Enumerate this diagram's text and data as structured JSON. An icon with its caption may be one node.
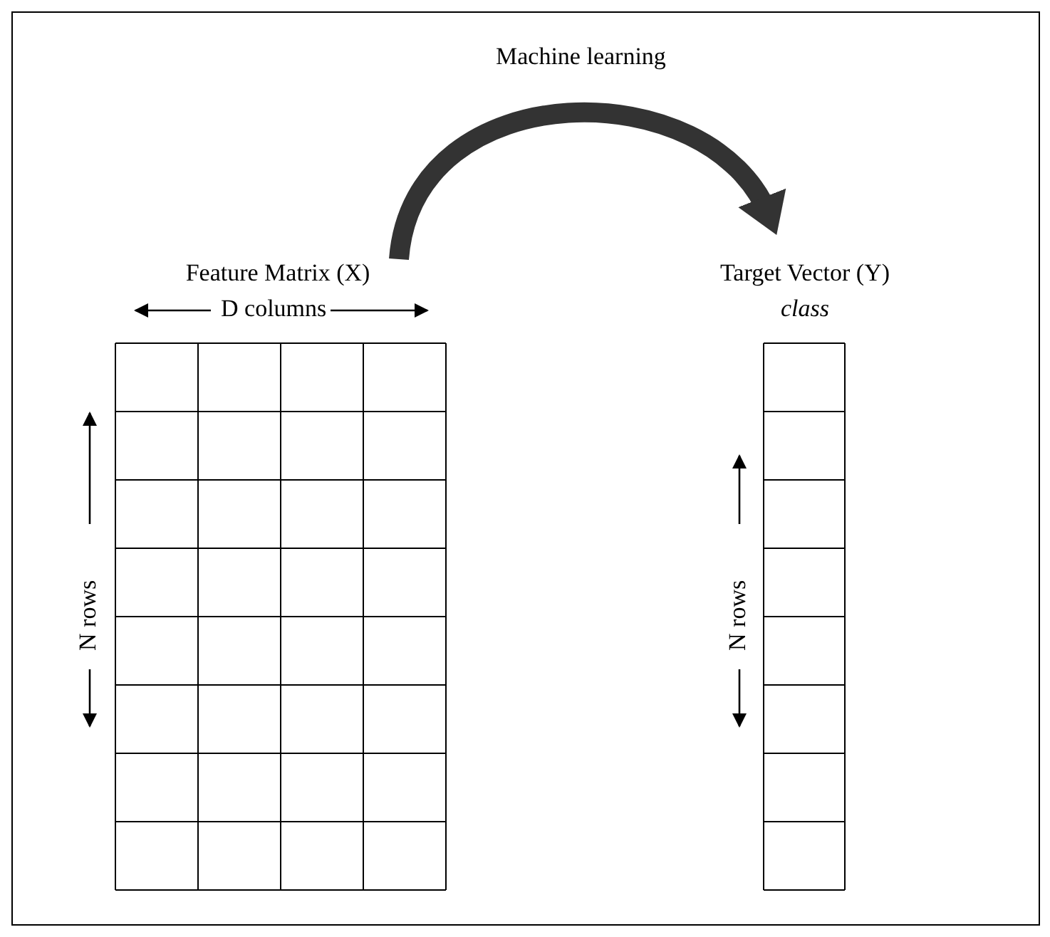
{
  "diagram": {
    "nodes": [
      {
        "text": [
          "Feature Matrix (X)"
        ]
      },
      {
        "text": [
          "Target Vector (Y)"
        ]
      }
    ],
    "edges": [
      {
        "from": 0,
        "to": 1,
        "arrow": "to",
        "label": "Machine learning"
      }
    ],
    "labels": [
      "D columns",
      "class",
      "N rows",
      "N rows"
    ]
  }
}
